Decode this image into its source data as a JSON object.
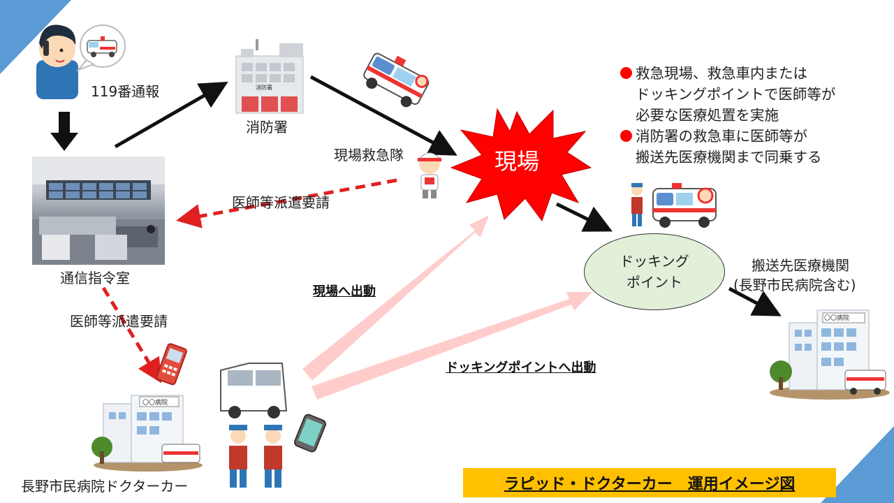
{
  "labels": {
    "call_119": "119番通報",
    "fire_station": "消防署",
    "fire_station_sign": "消防署",
    "command_room": "通信指令室",
    "field_team": "現場救急隊",
    "request_top": "医師等派遣要請",
    "request_left": "医師等派遣要請",
    "scene": "現場",
    "go_scene": "現場へ出動",
    "go_docking": "ドッキングポイントへ出動",
    "docking_line1": "ドッキング",
    "docking_line2": "ポイント",
    "dest_line1": "搬送先医療機関",
    "dest_line2": "(長野市民病院含む)",
    "hospital_car": "長野市民病院ドクターカー",
    "hospital_sign": "〇〇病院"
  },
  "notes": [
    "救急現場、救急車内または",
    "ドッキングポイントで医師等が",
    "必要な医療処置を実施",
    "消防署の救急車に医師等が",
    "搬送先医療機関まで同乗する"
  ],
  "title": "ラピッド・ドクターカー　運用イメージ図",
  "colors": {
    "corner_blue": "#5b9bd5",
    "burst_red": "#ff0000",
    "dashed_red": "#e02020",
    "pink_arrow": "#ffcccc",
    "docking_fill": "#e2efd9",
    "title_bg": "#ffc000"
  }
}
